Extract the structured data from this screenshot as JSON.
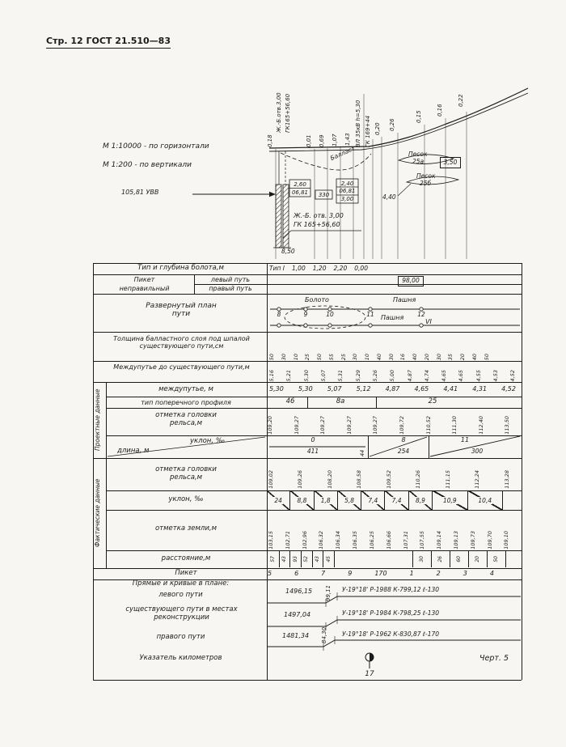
{
  "meta": {
    "colors": {
      "ink": "#1b1b1b",
      "paper": "#f7f6f2"
    }
  },
  "page": {
    "header": "Стр. 12 ГОСТ 21.510—83",
    "caption": "Черт. 5"
  },
  "scales": {
    "horizontal": "М 1:10000 - по горизонтали",
    "vertical": "М 1:200   - по вертикали"
  },
  "profile": {
    "work_marks": [
      "0,18",
      "0,01",
      "0,69",
      "1,07",
      "1,43",
      "0,20",
      "0,26",
      "0,15",
      "0,16",
      "0,22"
    ],
    "culvert_rot_1": "Ж.-Б.отв.3,00",
    "culvert_rot_2": "ГК165+56,60",
    "power_line": "ВЛ 35кВ h=5,30",
    "power_line_gk": "ГК 169+44",
    "ballast": "Балласт",
    "water_level": "105,81 УВВ",
    "sand_a_1": "Песок",
    "sand_a_2": "25а",
    "sand_a_depth": "3,50",
    "sand_b_1": "Песок",
    "sand_b_2": "25б",
    "sand_b_depth": "4,40",
    "box_a_top": "2,60",
    "box_a_bottom": "06,81",
    "box_b": "330",
    "box_c_top": "2,40",
    "box_c_mid": "06,81",
    "box_c_bottom": "3,00",
    "culvert_label_1": "Ж.-Б. отв. 3,00",
    "culvert_label_2": "ГК 165+56,60",
    "culvert_width": "8,50"
  },
  "table": {
    "bog": {
      "label": "Тип и глубина болота,м",
      "values": [
        "Тип I",
        "1,00",
        "1,20",
        "2,20",
        "0,00"
      ]
    },
    "picket_irregular": {
      "label_1": "Пикет",
      "label_2": "неправильный",
      "left_track": "левый путь",
      "right_track": "правый путь",
      "value": "98,00"
    },
    "plan": {
      "label": "Развернутый план пути",
      "bog": "Болото",
      "field_top": "Пашня",
      "field_bottom": "Пашня",
      "track_no": "VI",
      "pickets": [
        "8",
        "9",
        "10",
        "11",
        "12"
      ]
    },
    "ballast_depth": {
      "label": "Толщина балластного слоя под шпалой существующего пути,см",
      "values": [
        "50",
        "30",
        "10",
        "25",
        "50",
        "55",
        "25",
        "30",
        "10",
        "40",
        "30",
        "16",
        "40",
        "20",
        "30",
        "35",
        "20",
        "40",
        "50"
      ]
    },
    "track_spacing_existing": {
      "label": "Междупутье до существующего пути,м",
      "values": [
        "5,16",
        "5,21",
        "5,30",
        "5,07",
        "5,31",
        "5,29",
        "5,26",
        "5,00",
        "4,87",
        "4,74",
        "4,65",
        "4,65",
        "4,55",
        "4,53",
        "4,52"
      ]
    },
    "design": {
      "group_label": "Проектные данные",
      "track_spacing": {
        "label": "междупутье, м",
        "values": [
          "5,30",
          "5,30",
          "5,07",
          "5,12",
          "4,87",
          "4,65",
          "4,41",
          "4,31",
          "4,52"
        ]
      },
      "profile_type": {
        "label": "тип поперечного профиля",
        "values": [
          "46",
          "8а",
          "25"
        ]
      },
      "rail_head_mark": {
        "label": "отметка головки рельса,м",
        "values": [
          "109,20",
          "109,27",
          "109,27",
          "109,27",
          "109,27",
          "109,72",
          "110,52",
          "111,30",
          "112,40",
          "113,50"
        ]
      },
      "gradient": {
        "label_top": "уклон, ‰",
        "label_bottom": "длина, м",
        "boundary_mark": "44",
        "segments": [
          {
            "slope": "0",
            "length": "411"
          },
          {
            "slope": "8",
            "length": "254"
          },
          {
            "slope": "11",
            "length": "300"
          }
        ]
      }
    },
    "actual": {
      "group_label": "Фактические данные",
      "rail_head_mark": {
        "label": "отметка головки рельса,м",
        "values": [
          "109,02",
          "109,26",
          "108,20",
          "108,58",
          "109,52",
          "110,26",
          "111,15",
          "112,24",
          "113,28"
        ]
      },
      "gradient": {
        "label": "уклон, ‰",
        "values": [
          "24",
          "8,8",
          "1,8",
          "5,8",
          "7,4",
          "7,4",
          "8,9",
          "10,9",
          "10,4"
        ]
      },
      "ground_mark": {
        "label": "отметка земли,м",
        "values": [
          "103,15",
          "102,71",
          "102,96",
          "106,32",
          "106,34",
          "106,35",
          "106,25",
          "106,66",
          "107,31",
          "107,55",
          "109,14",
          "109,13",
          "109,73",
          "109,70",
          "109,10"
        ]
      },
      "distance": {
        "label": "расстояние,м",
        "values_left": [
          "57",
          "43",
          "93",
          "52",
          "43",
          "45"
        ],
        "values_right": [
          "30",
          "26",
          "60",
          "20",
          "50"
        ]
      }
    },
    "picket": {
      "label": "Пикет",
      "values": [
        "5",
        "6",
        "7",
        "9",
        "170",
        "1",
        "2",
        "3",
        "4"
      ]
    },
    "alignment": {
      "label": "Прямые и кривые в плане:",
      "left_track": {
        "label": "левого пути",
        "straight": "1496,15",
        "shift": "99,11",
        "curve": "У-19°18' Р-1988 К-799,12 ℓ-130"
      },
      "existing_track": {
        "label": "существующего пути в местах реконструкции",
        "straight": "1497,04",
        "curve": "У-19°18' Р-1984 К-798,25 ℓ-130"
      },
      "right_track": {
        "label": "правого пути",
        "straight": "1481,34",
        "shift": "84,30",
        "curve": "У-19°18' Р-1962 К-830,87 ℓ-170"
      }
    },
    "km_index": {
      "label": "Указатель километров",
      "value": "17"
    }
  }
}
